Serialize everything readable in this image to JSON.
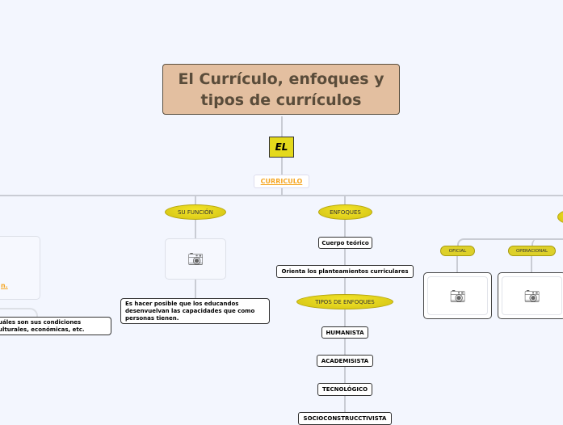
{
  "title": "El Currículo, enfoques y tipos de currículos",
  "el": "EL",
  "curriculo": "CURRICULO",
  "su_funcion": {
    "label": "SU FUNCIÓN",
    "text": "Es hacer posible que los educandos desenvuelvan las capacidades que como personas tienen."
  },
  "left": {
    "link_fragment": "n.",
    "text": "uáles son sus condiciones ulturales, económicas, etc."
  },
  "enfoques": {
    "label": "ENFOQUES",
    "items": [
      "Cuerpo teórico",
      "Orienta los planteamientos curriculares"
    ]
  },
  "tipos": {
    "label": "TIPOS DE ENFOQUES",
    "items": [
      "HUMANISTA",
      "ACADEMISISTA",
      "TECNOLÓGICO",
      "SOCIOCONSTRUCCTIVISTA"
    ]
  },
  "right": {
    "items": [
      "OFICIAL",
      "OPERACIONAL"
    ]
  },
  "colors": {
    "title_bg": "#e3bfa0",
    "node_yellow": "#e4d91b",
    "link_orange": "#f5a623"
  }
}
